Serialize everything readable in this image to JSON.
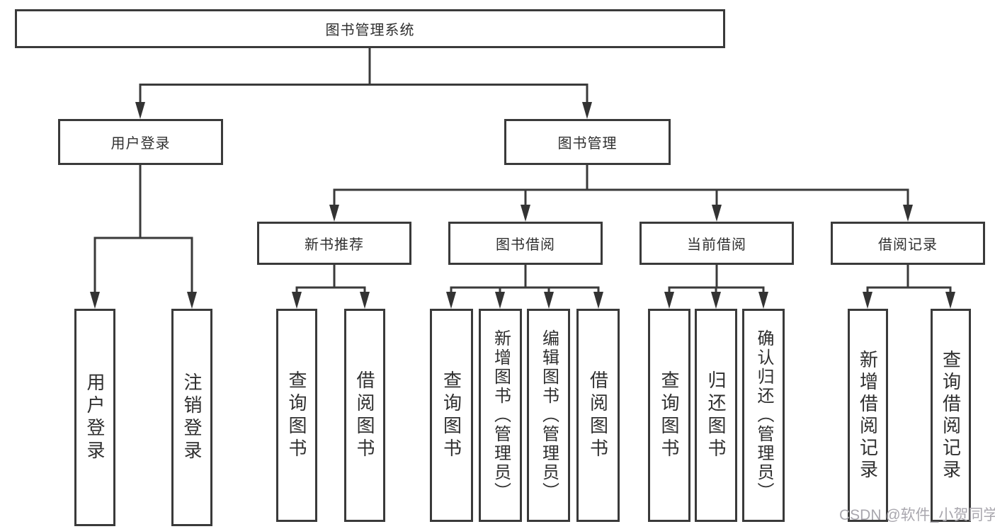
{
  "diagram": {
    "title": "图书管理系统",
    "type": "hierarchy-tree"
  },
  "nodes": {
    "root": "图书管理系统",
    "user_login": "用户登录",
    "book_management": "图书管理",
    "new_book_recommend": "新书推荐",
    "book_borrowing": "图书借阅",
    "current_borrowing": "当前借阅",
    "borrowing_records": "借阅记录",
    "leaf_user_login": "用户登录",
    "leaf_logout": "注销登录",
    "leaf_query_books_recommend": "查询图书",
    "leaf_borrow_books_recommend": "借阅图书",
    "leaf_query_books_borrowing": "查询图书",
    "leaf_add_books_admin": "新增图书（管理员）",
    "leaf_edit_books_admin": "编辑图书（管理员）",
    "leaf_borrow_books_borrowing": "借阅图书",
    "leaf_query_books_current": "查询图书",
    "leaf_return_books": "归还图书",
    "leaf_confirm_return_admin": "确认归还（管理员）",
    "leaf_add_borrow_record": "新增借阅记录",
    "leaf_query_borrow_record": "查询借阅记录"
  },
  "hierarchy": {
    "图书管理系统": [
      "用户登录",
      "图书管理"
    ],
    "用户登录": [
      "用户登录",
      "注销登录"
    ],
    "图书管理": [
      "新书推荐",
      "图书借阅",
      "当前借阅",
      "借阅记录"
    ],
    "新书推荐": [
      "查询图书",
      "借阅图书"
    ],
    "图书借阅": [
      "查询图书",
      "新增图书（管理员）",
      "编辑图书（管理员）",
      "借阅图书"
    ],
    "当前借阅": [
      "查询图书",
      "归还图书",
      "确认归还（管理员）"
    ],
    "借阅记录": [
      "新增借阅记录",
      "查询借阅记录"
    ]
  },
  "watermark": "CSDN @软件_小贺同学",
  "colors": {
    "line": "#3a3a3a",
    "arrow": "#333333",
    "text": "#2f2f2f",
    "watermark_text": "#a9a7ae",
    "background": "#ffffff"
  }
}
